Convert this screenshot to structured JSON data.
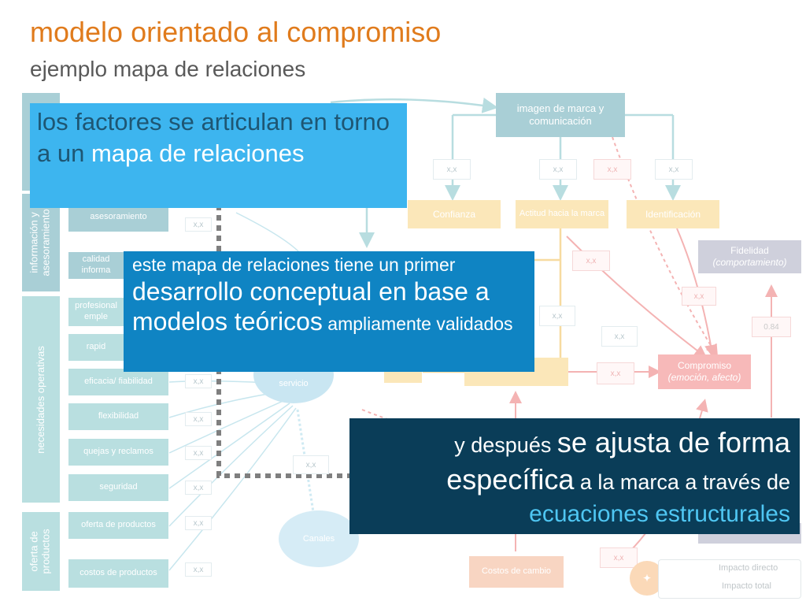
{
  "header": {
    "title": "modelo orientado al compromiso",
    "subtitle": "ejemplo mapa de relaciones"
  },
  "colors": {
    "title": "#e07b1c",
    "callout_light": "#3db5ef",
    "callout_mid": "#0f84c3",
    "callout_dark": "#0a3d58",
    "highlight_cyan": "#4fc6f2"
  },
  "bands": {
    "informacion": "información y asesoramiento",
    "operativas": "necesidades operativas",
    "oferta": "oferta de productos"
  },
  "left_factors": {
    "asesoramiento": "asesoramiento",
    "calidad": "calidad informa",
    "profesional": "profesional emple",
    "rapidez": "rapid",
    "eficacia": "eficacia/ fiabilidad",
    "flexibilidad": "flexibilidad",
    "quejas": "quejas y reclamos",
    "seguridad": "seguridad",
    "oferta_productos": "oferta de productos",
    "costos_productos": "costos de productos"
  },
  "nodes": {
    "imagen": "imagen de marca y comunicación",
    "confianza": "Confianza",
    "actitud": "Actitud hacia la marca",
    "identificacion": "Identificación",
    "fidelidad": "Fidelidad",
    "fidelidad_sub": "(comportamiento)",
    "compromiso": "Compromiso",
    "compromiso_sub": "(emoción, afecto)",
    "servicio": "servicio",
    "canales": "Canales",
    "costos_cambio": "Costos de cambio",
    "value_084": "0.84"
  },
  "coef": "x,x",
  "callouts": {
    "c1_a": "los factores se articulan en torno a un ",
    "c1_b": "mapa de relaciones",
    "c2_a": "este mapa de relaciones tiene un primer",
    "c2_b": "desarrollo conceptual en base a modelos teóricos",
    "c2_c": " ampliamente validados",
    "c3_a": "y después ",
    "c3_b": "se ajusta de forma específica",
    "c3_c": " a la marca a través de ",
    "c3_d": "ecuaciones estructurales"
  },
  "legend": {
    "direct": "Impacto directo",
    "total": "Impacto total"
  }
}
